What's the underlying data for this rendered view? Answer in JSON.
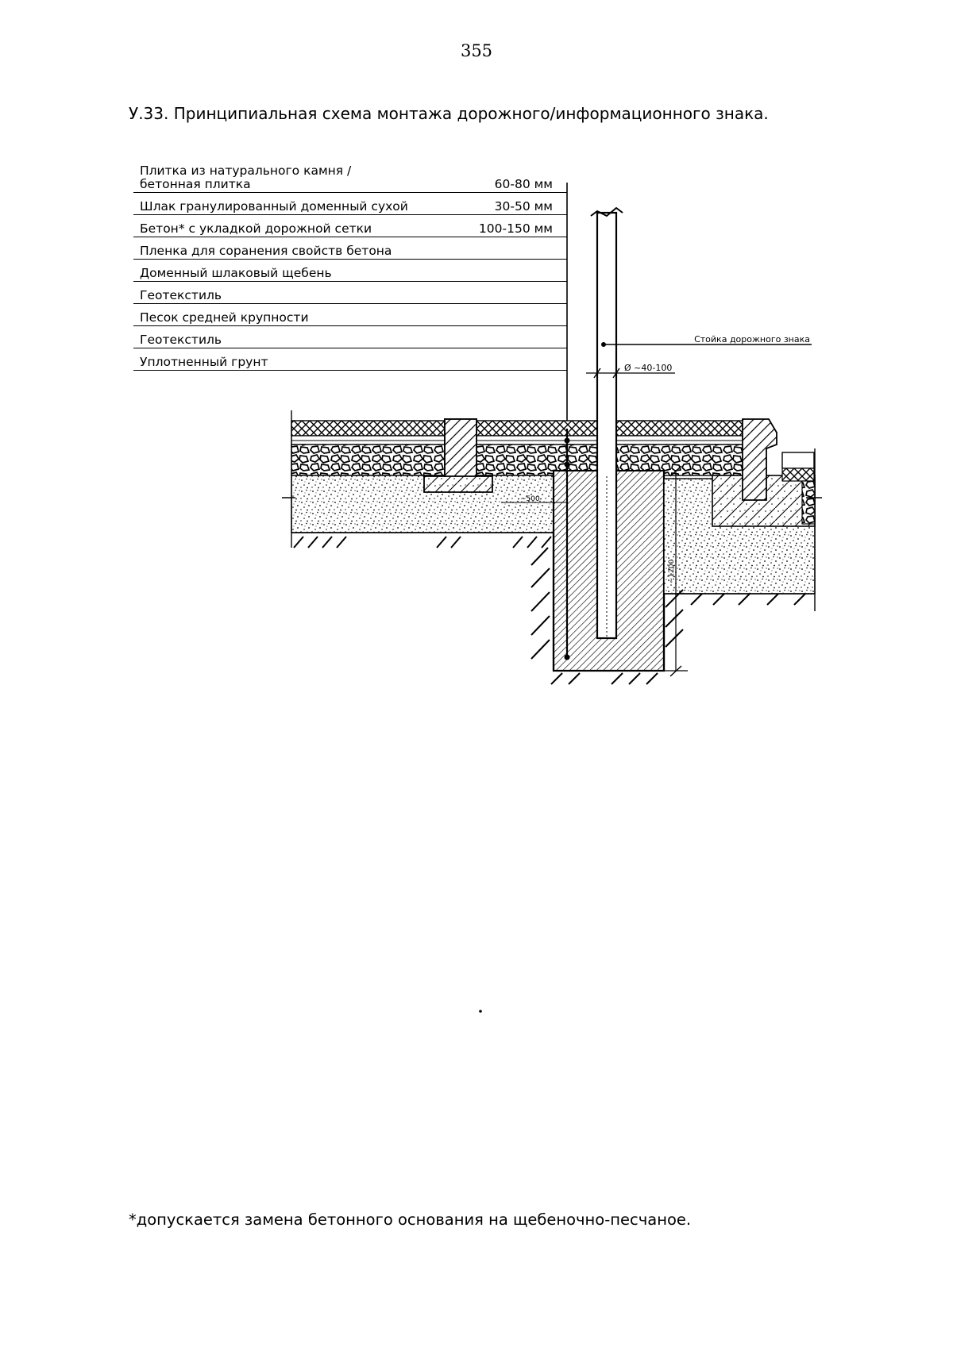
{
  "page_number": "355",
  "title": "У.33. Принципиальная схема монтажа дорожного/информационного знака.",
  "layers": [
    {
      "name_line1": "Плитка из натурального камня /",
      "name_line2": "бетонная плитка",
      "thickness": "60-80 мм"
    },
    {
      "name_line1": "Шлак гранулированный доменный сухой",
      "name_line2": "",
      "thickness": "30-50 мм"
    },
    {
      "name_line1": "Бетон* с укладкой дорожной сетки",
      "name_line2": "",
      "thickness": "100-150 мм"
    },
    {
      "name_line1": "Пленка для соранения свойств бетона",
      "name_line2": "",
      "thickness": ""
    },
    {
      "name_line1": "Доменный шлаковый щебень",
      "name_line2": "",
      "thickness": ""
    },
    {
      "name_line1": "Геотекстиль",
      "name_line2": "",
      "thickness": ""
    },
    {
      "name_line1": "Песок средней крупности",
      "name_line2": "",
      "thickness": ""
    },
    {
      "name_line1": "Геотекстиль",
      "name_line2": "",
      "thickness": ""
    },
    {
      "name_line1": "Уплотненный грунт",
      "name_line2": "",
      "thickness": ""
    }
  ],
  "diagram": {
    "post_label": "Стойка дорожного знака",
    "diameter_label": "Ø ~40-100",
    "dim_width": "~500",
    "dim_depth": "~1200"
  },
  "footnote": "*допускается замена бетонного основания на щебеночно-песчаное."
}
